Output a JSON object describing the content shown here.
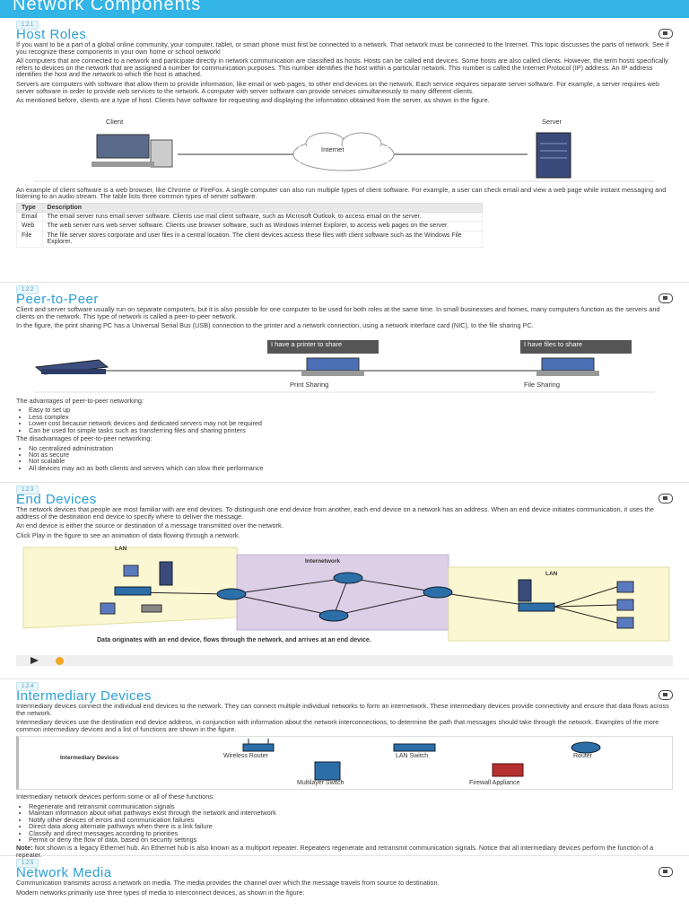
{
  "banner": {
    "title": "Network Components"
  },
  "sections": {
    "host": {
      "num": "1.2.1",
      "title": "Host Roles",
      "paras": [
        "If you want to be a part of a global online community, your computer, tablet, or smart phone must first be connected to a network. That network must be connected to the Internet. This topic discusses the parts of network. See if you recognize these components in your own home or school network!",
        "All computers that are connected to a network and participate directly in network communication are classified as hosts. Hosts can be called end devices. Some hosts are also called clients. However, the term hosts specifically refers to devices on the network that are assigned a number for communication purposes. This number identifies the host within a particular network. This number is called the Internet Protocol (IP) address. An IP address identifies the host and the network to which the host is attached.",
        "Servers are computers with software that allow them to provide information, like email or web pages, to other end devices on the network. Each service requires separate server software. For example, a server requires web server software in order to provide web services to the network. A computer with server software can provide services simultaneously to many different clients.",
        "As mentioned before, clients are a type of host. Clients have software for requesting and displaying the information obtained from the server, as shown in the figure."
      ],
      "fig": {
        "client": "Client",
        "internet": "Internet",
        "server": "Server"
      },
      "after": "An example of client software is a web browser, like Chrome or FireFox. A single computer can also run multiple types of client software. For example, a user can check email and view a web page while instant messaging and listening to an audio stream. The table lists three common types of server software.",
      "table": {
        "headers": [
          "Type",
          "Description"
        ],
        "rows": [
          {
            "type": "Email",
            "desc": "The email server runs email server software. Clients use mail client software, such as Microsoft Outlook, to access email on the server."
          },
          {
            "type": "Web",
            "desc": "The web server runs web server software. Clients use browser software, such as Windows Internet Explorer, to access web pages on the server."
          },
          {
            "type": "File",
            "desc": "The file server stores corporate and user files in a central location. The client devices access these files with client software such as the Windows File Explorer."
          }
        ]
      }
    },
    "p2p": {
      "num": "1.2.2",
      "title": "Peer-to-Peer",
      "paras": [
        "Client and server software usually run on separate computers, but it is also possible for one computer to be used for both roles at the same time. In small businesses and homes, many computers function as the servers and clients on the network. This type of network is called a peer-to-peer network.",
        "In the figure, the print sharing PC has a Universal Serial Bus (USB) connection to the printer and a network connection, using a network interface card (NIC), to the file sharing PC."
      ],
      "fig": {
        "bubble1": "I have a printer to share",
        "bubble2": "I have files to share",
        "label1": "Print Sharing",
        "label2": "File Sharing"
      },
      "adv_head": "The advantages of peer-to-peer networking:",
      "adv": [
        "Easy to set up",
        "Less complex",
        "Lower cost because network devices and dedicated servers may not be required",
        "Can be used for simple tasks such as transferring files and sharing printers"
      ],
      "dis_head": "The disadvantages of peer-to-peer networking:",
      "dis": [
        "No centralized administration",
        "Not as secure",
        "Not scalable",
        "All devices may act as both clients and servers which can slow their performance"
      ]
    },
    "end": {
      "num": "1.2.3",
      "title": "End Devices",
      "paras": [
        "The network devices that people are most familiar with are end devices. To distinguish one end device from another, each end device on a network has an address. When an end device initiates communication, it uses the address of the destination end device to specify where to deliver the message.",
        "An end device is either the source or destination of a message transmitted over the network.",
        "Click Play in the figure to see an animation of data flowing through a network."
      ],
      "fig": {
        "lan1": "LAN",
        "internetwork": "Internetwork",
        "lan2": "LAN",
        "caption": "Data originates with an end device, flows through the network, and arrives at an end device."
      }
    },
    "inter": {
      "num": "1.2.4",
      "title": "Intermediary Devices",
      "paras": [
        "Intermediary devices connect the individual end devices to the network. They can connect multiple individual networks to form an internetwork. These intermediary devices provide connectivity and ensure that data flows across the network.",
        "Intermediary devices use the destination end device address, in conjunction with information about the network interconnections, to determine the path that messages should take through the network. Examples of the more common intermediary devices and a list of functions are shown in the figure."
      ],
      "fig": {
        "heading": "Intermediary Devices",
        "wireless": "Wireless Router",
        "lanswitch": "LAN Switch",
        "router": "Router",
        "multilayer": "Multilayer Switch",
        "firewall": "Firewall Appliance"
      },
      "func_head": "Intermediary network devices perform some or all of these functions:",
      "funcs": [
        "Regenerate and retransmit communication signals",
        "Maintain information about what pathways exist through the network and internetwork",
        "Notify other devices of errors and communication failures",
        "Direct data along alternate pathways when there is a link failure",
        "Classify and direct messages according to priorities",
        "Permit or deny the flow of data, based on security settings"
      ],
      "note_label": "Note:",
      "note": " Not shown is a legacy Ethernet hub. An Ethernet hub is also known as a multiport repeater. Repeaters regenerate and retransmit communication signals. Notice that all intermediary devices perform the function of a repeater."
    },
    "media": {
      "num": "1.2.5",
      "title": "Network Media",
      "paras": [
        "Communication transmits across a network on media. The media provides the channel over which the message travels from source to destination.",
        "Modern networks primarily use three types of media to interconnect devices, as shown in the figure:"
      ]
    }
  }
}
